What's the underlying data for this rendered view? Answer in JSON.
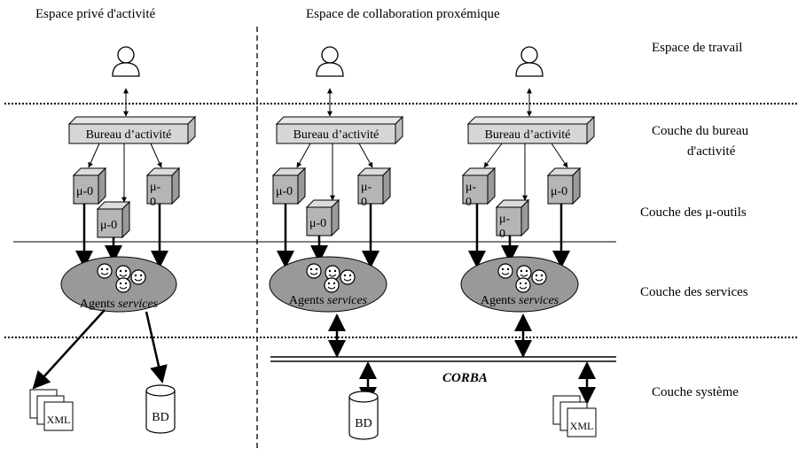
{
  "headers": {
    "private_space": "Espace privé d'activité",
    "collab_space": "Espace de collaboration proxémique"
  },
  "layers": {
    "work_space": "Espace de travail",
    "desk_layer_line1": "Couche du bureau",
    "desk_layer_line2": "d'activité",
    "tools_layer": "Couche des μ-outils",
    "services_layer": "Couche des services",
    "system_layer": "Couche système"
  },
  "components": {
    "desk_box_label": "Bureau d’activité",
    "tool_label": "μ-0",
    "tool_label_split_top": "μ-",
    "tool_label_split_bottom": "0",
    "agents_label_prefix": "Agents ",
    "agents_label_italic": "services",
    "corba_label": "CORBA",
    "db_label": "BD",
    "xml_label": "XML"
  }
}
